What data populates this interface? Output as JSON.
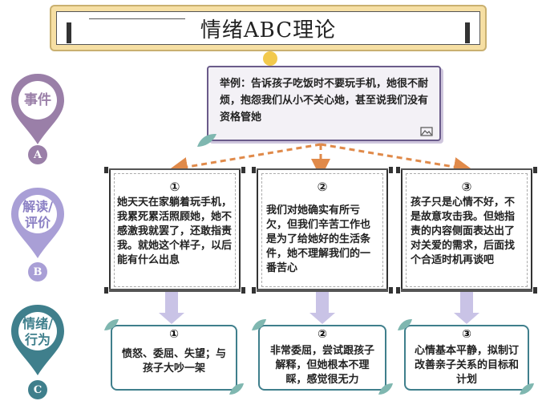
{
  "title": "情绪ABC理论",
  "example": "举例：告诉孩子吃饭时不要玩手机，她很不耐烦，抱怨我们从小不关心她，甚至说我们没有资格管她",
  "pins": [
    {
      "label": "事件",
      "letter": "A",
      "color": "#9a7fa8"
    },
    {
      "label": "解读/评价",
      "letter": "B",
      "color": "#a99fd6"
    },
    {
      "label": "情绪/行为",
      "letter": "C",
      "color": "#3f7f8c"
    }
  ],
  "readings": [
    {
      "num": "①",
      "text": "她天天在家躺着玩手机，我累死累活照顾她，她不感激我就罢了，还敢指责我。就她这个样子，以后能有什么出息"
    },
    {
      "num": "②",
      "text": "我们对她确实有所亏欠，但我们辛苦工作也是为了给她好的生活条件，她不理解我们的一番苦心"
    },
    {
      "num": "③",
      "text": "孩子只是心情不好，不是故意攻击我。但她指责的内容侧面表达出了对关爱的需求，后面找个合适时机再谈吧"
    }
  ],
  "outcomes": [
    {
      "num": "①",
      "text": "愤怒、委屈、失望；与孩子大吵一架"
    },
    {
      "num": "②",
      "text": "非常委屈，尝试跟孩子解释，但她根本不理睬，感觉很无力"
    },
    {
      "num": "③",
      "text": "心情基本平静，拟制订改善亲子关系的目标和计划"
    }
  ],
  "colors": {
    "arrow": "#e08a4a",
    "down_arrow": "#c9c3e6",
    "banner": "#f6dfa3",
    "dot": "#f2c94c"
  }
}
